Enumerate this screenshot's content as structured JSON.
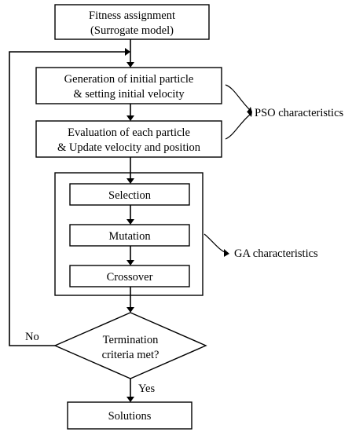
{
  "nodes": {
    "fitness": {
      "line1": "Fitness assignment",
      "line2": "(Surrogate model)"
    },
    "generation": {
      "line1": "Generation of initial particle",
      "line2": "& setting initial velocity"
    },
    "evaluation": {
      "line1": "Evaluation of each particle",
      "line2": "& Update velocity and position"
    },
    "selection": {
      "label": "Selection"
    },
    "mutation": {
      "label": "Mutation"
    },
    "crossover": {
      "label": "Crossover"
    },
    "termination": {
      "line1": "Termination",
      "line2": "criteria met?"
    },
    "solutions": {
      "label": "Solutions"
    }
  },
  "annotations": {
    "pso": "PSO characteristics",
    "ga": "GA characteristics"
  },
  "edges": {
    "no_label": "No",
    "yes_label": "Yes"
  }
}
